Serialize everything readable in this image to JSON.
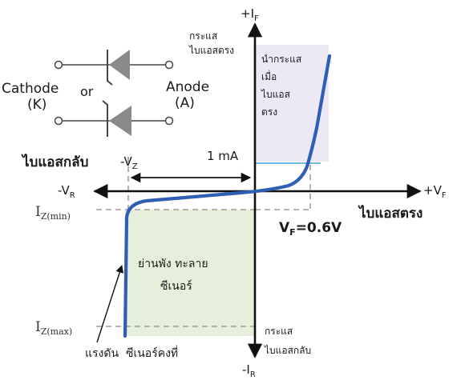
{
  "colors": {
    "forward_region": "#ece9f5",
    "zener_region": "#e6efd9",
    "curve": "#2f5fb4",
    "highlight": "#1e8fd0",
    "axis": "#111111",
    "dashed": "#8a8a8a",
    "diode_fill": "#8a8a8a"
  },
  "symbols": {
    "cathode_label": "Cathode",
    "cathode_abbr": "(K)",
    "or_label": "or",
    "anode_label": "Anode",
    "anode_abbr": "(A)"
  },
  "axes": {
    "plus_if": "+I",
    "plus_if_sub": "F",
    "minus_ir": "-I",
    "minus_ir_sub": "R",
    "plus_vf": "+V",
    "plus_vf_sub": "F",
    "minus_vr": "-V",
    "minus_vr_sub": "R"
  },
  "labels": {
    "forward_current_line1": "กระแส",
    "forward_current_line2": "ไบแอสตรง",
    "conducting_line1": "นำกระแส",
    "conducting_line2": "เมื่อ",
    "conducting_line3": "ไบแอส",
    "conducting_line4": "ตรง",
    "reverse_bias_title": "ไบแอสกลับ",
    "minus_vz": "-V",
    "minus_vz_sub": "Z",
    "one_ma": "1 mA",
    "iz_min": "I",
    "iz_min_sub": "Z(min)",
    "iz_max": "I",
    "iz_max_sub": "Z(max)",
    "vf_value_prefix": "V",
    "vf_value_sub": "F",
    "vf_value_suffix": "=0.6V",
    "forward_bias_title": "ไบแอสตรง",
    "breakdown_line1": "ย่านพัง ทะลาย",
    "breakdown_line2": "ซีเนอร์",
    "reverse_current_line1": "กระแส",
    "reverse_current_line2": "ไบแอสกลับ",
    "zener_voltage_caption": "แรงดัน  ซีเนอร์คงที่"
  }
}
